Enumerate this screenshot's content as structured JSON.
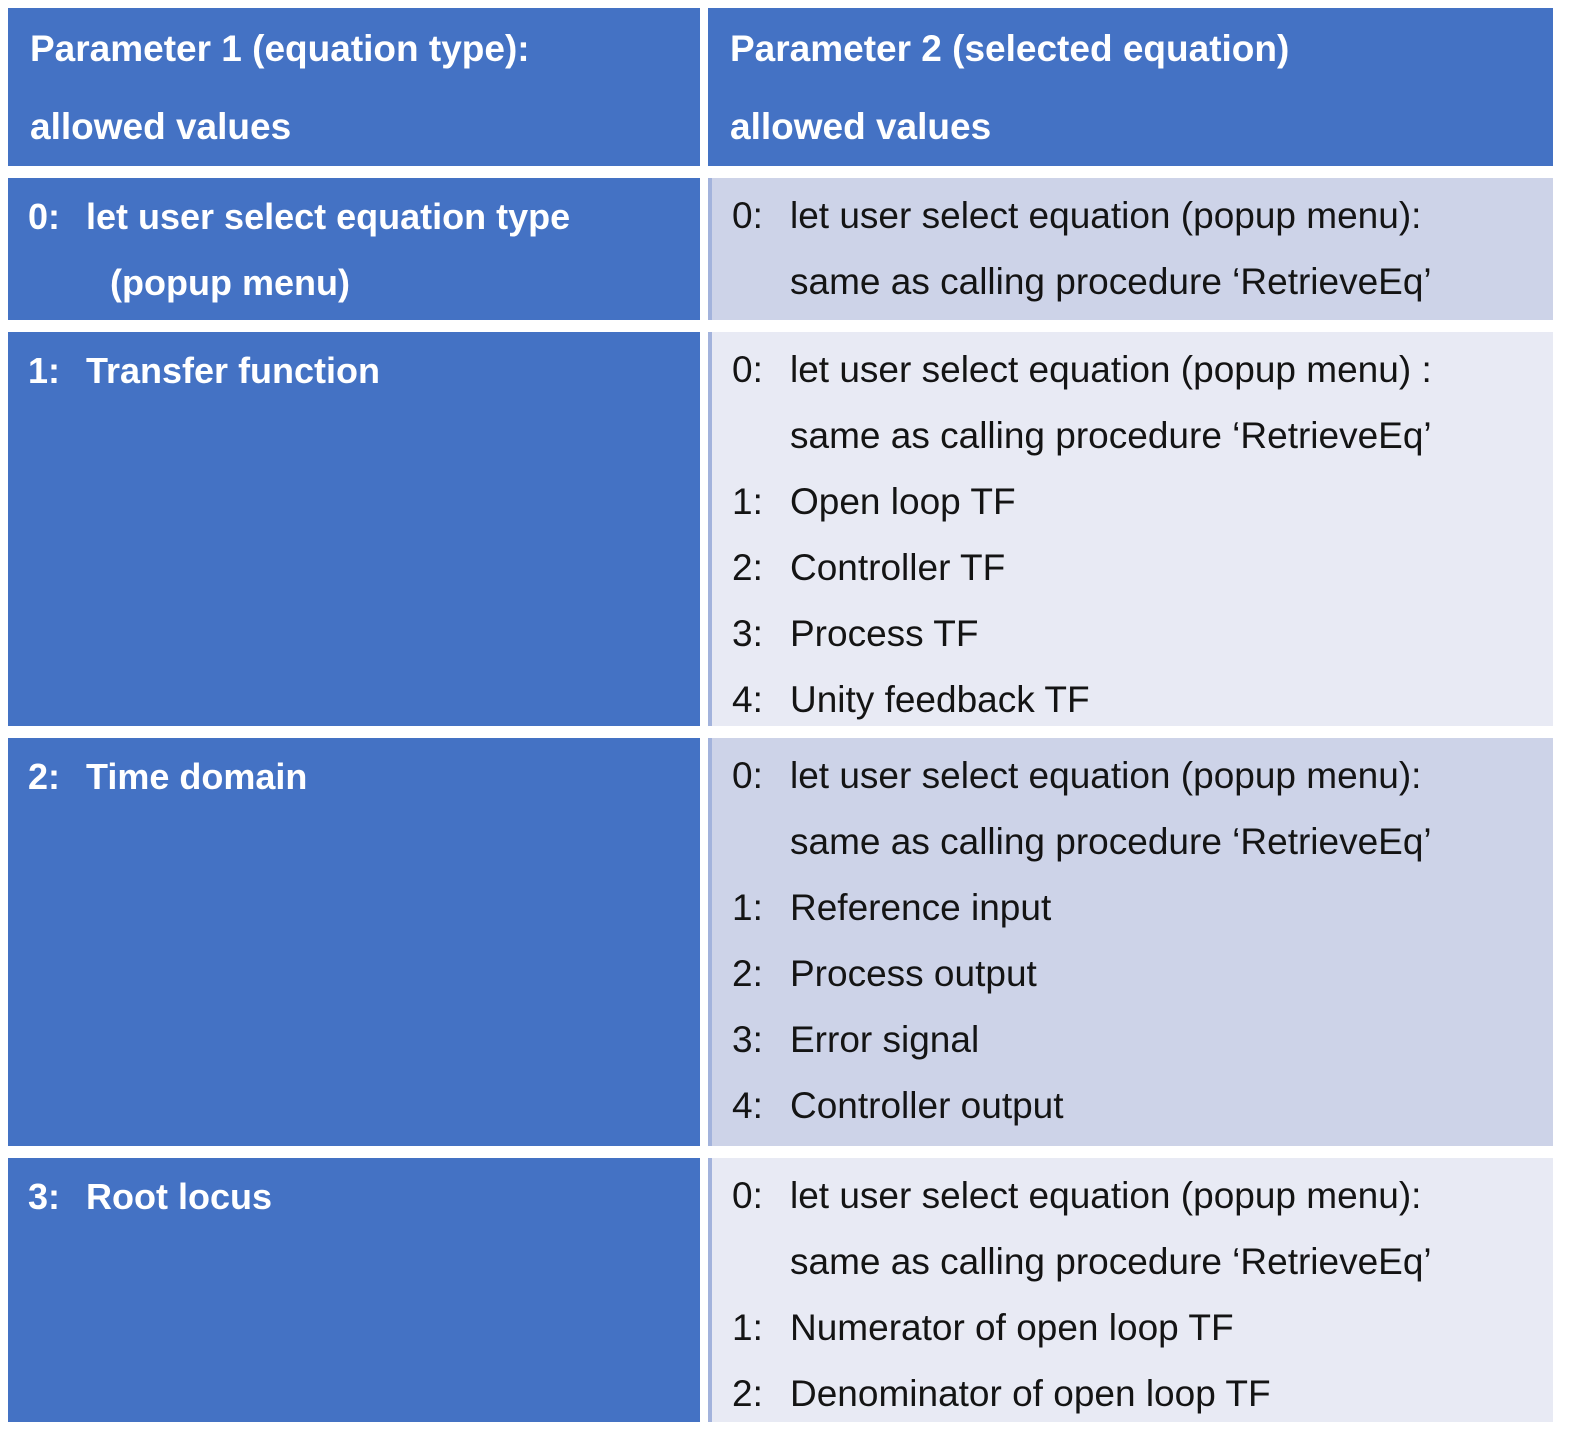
{
  "colors": {
    "cell_blue": "#4472C4",
    "band_dark": "#CDD3E8",
    "band_light": "#E8EAF4",
    "divider_blue": "#A3B3DC",
    "header_text": "#FFFFFF",
    "body_text": "#141414",
    "gutter": "#FFFFFF"
  },
  "header": {
    "col1_line1": "Parameter 1 (equation type):",
    "col1_line2": "allowed values",
    "col2_line1": "Parameter 2 (selected equation)",
    "col2_line2": "allowed values"
  },
  "rows": [
    {
      "p1": {
        "num": "0:",
        "line1": "let user select equation type",
        "line2": "(popup menu)"
      },
      "items": [
        {
          "num": "0:",
          "line1": "let user select equation (popup menu):",
          "line2": "same as calling procedure ‘RetrieveEq’"
        }
      ]
    },
    {
      "p1": {
        "num": "1:",
        "line1": "Transfer function",
        "line2": ""
      },
      "items": [
        {
          "num": "0:",
          "line1": "let user select equation (popup menu) :",
          "line2": "same as calling procedure ‘RetrieveEq’"
        },
        {
          "num": "1:",
          "line1": "Open loop TF",
          "line2": ""
        },
        {
          "num": "2:",
          "line1": "Controller TF",
          "line2": ""
        },
        {
          "num": "3:",
          "line1": "Process TF",
          "line2": ""
        },
        {
          "num": "4:",
          "line1": "Unity feedback TF",
          "line2": ""
        }
      ]
    },
    {
      "p1": {
        "num": "2:",
        "line1": "Time domain",
        "line2": ""
      },
      "items": [
        {
          "num": "0:",
          "line1": "let user select equation (popup menu):",
          "line2": "same as calling procedure ‘RetrieveEq’"
        },
        {
          "num": "1:",
          "line1": "Reference input",
          "line2": ""
        },
        {
          "num": "2:",
          "line1": "Process output",
          "line2": ""
        },
        {
          "num": "3:",
          "line1": "Error signal",
          "line2": ""
        },
        {
          "num": "4:",
          "line1": "Controller output",
          "line2": ""
        }
      ]
    },
    {
      "p1": {
        "num": "3:",
        "line1": "Root locus",
        "line2": ""
      },
      "items": [
        {
          "num": "0:",
          "line1": "let user select equation (popup menu):",
          "line2": "same as calling procedure ‘RetrieveEq’"
        },
        {
          "num": "1:",
          "line1": "Numerator of open loop TF",
          "line2": ""
        },
        {
          "num": "2:",
          "line1": "Denominator of open loop TF",
          "line2": ""
        }
      ]
    }
  ]
}
